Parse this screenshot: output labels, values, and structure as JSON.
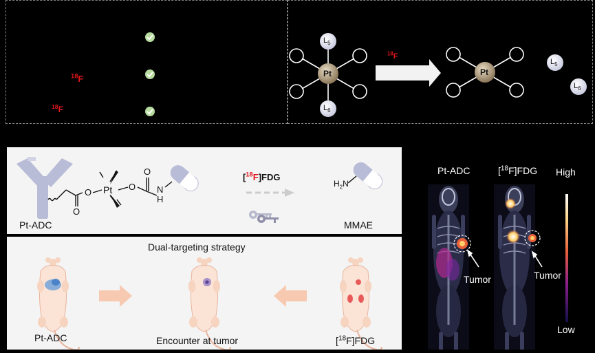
{
  "top_left": {
    "f18_label_1": "18F",
    "f18_label_2": "18F"
  },
  "top_right": {
    "center_atom": "Pt",
    "ligand_top": "L5",
    "ligand_bottom": "L6",
    "reagent_label": "18F",
    "product_atom": "Pt",
    "released_ligand_1": "L5",
    "released_ligand_2": "L6"
  },
  "middle_panel": {
    "left_caption": "Pt-ADC",
    "reagent": "[18F]FDG",
    "right_caption": "MMAE",
    "amine_label": "H2N",
    "atoms": {
      "o1": "O",
      "o2": "O",
      "pt": "Pt",
      "o3": "O",
      "o4": "O",
      "nh": "N",
      "h": "H"
    }
  },
  "bottom_panel": {
    "title": "Dual-targeting strategy",
    "left_caption": "Pt-ADC",
    "center_caption": "Encounter at tumor",
    "right_caption": "[18F]FDG"
  },
  "pet_panel": {
    "left_title": "Pt-ADC",
    "right_title": "[18F]FDG",
    "scale_high": "High",
    "scale_low": "Low",
    "tumor_label_left": "Tumor",
    "tumor_label_right": "Tumor"
  },
  "colors": {
    "red_label": "#e0161b",
    "check_green": "#b8dca0",
    "antibody_purple": "#b9bcd6",
    "arrow_peach": "#f7c9b0"
  }
}
